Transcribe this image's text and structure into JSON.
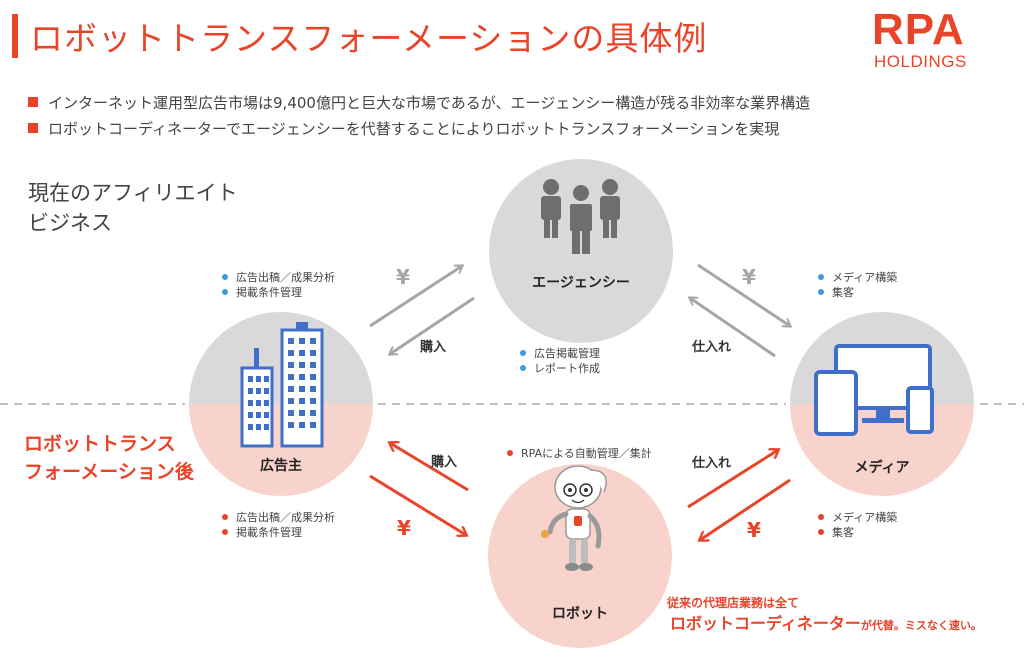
{
  "header": {
    "title": "ロボットトランスフォーメーションの具体例",
    "logo_top": "RPA",
    "logo_bottom": "HOLDINGS"
  },
  "bullets": [
    "インターネット運用型広告市場は9,400億円と巨大な市場であるが、エージェンシー構造が残る非効率な業界構造",
    "ロボットコーディネーターでエージェンシーを代替することによりロボットトランスフォーメーションを実現"
  ],
  "sections": {
    "current_line1": "現在のアフィリエイト",
    "current_line2": "ビジネス",
    "after_line1": "ロボットトランス",
    "after_line2": "フォーメーション後"
  },
  "nodes": {
    "agency": "エージェンシー",
    "advertiser": "広告主",
    "media": "メディア",
    "robot": "ロボット"
  },
  "notes": {
    "advertiser_top": [
      "広告出稿／成果分析",
      "掲載条件管理"
    ],
    "media_top": [
      "メディア構築",
      "集客"
    ],
    "agency_bottom": [
      "広告掲載管理",
      "レポート作成"
    ],
    "robot_top": [
      "RPAによる自動管理／集計"
    ],
    "advertiser_bottom": [
      "広告出稿／成果分析",
      "掲載条件管理"
    ],
    "media_bottom": [
      "メディア構築",
      "集客"
    ]
  },
  "flow_labels": {
    "yen": "¥",
    "purchase": "購入",
    "procure": "仕入れ"
  },
  "footer": {
    "line1": "従来の代理店業務は全て",
    "line2_main": "ロボットコーディネーター",
    "line2_tail": "が代替。ミスなく速い。"
  },
  "colors": {
    "accent": "#e8442a",
    "gray_circle": "#d9d9d9",
    "pink_circle": "#f8d3cc",
    "icon_blue": "#3f6fc9",
    "arrow_gray": "#a6a6a6",
    "dashed_line": "#bfbfbf"
  },
  "icons": [
    "people-icon",
    "buildings-icon",
    "devices-icon",
    "robot-icon"
  ]
}
